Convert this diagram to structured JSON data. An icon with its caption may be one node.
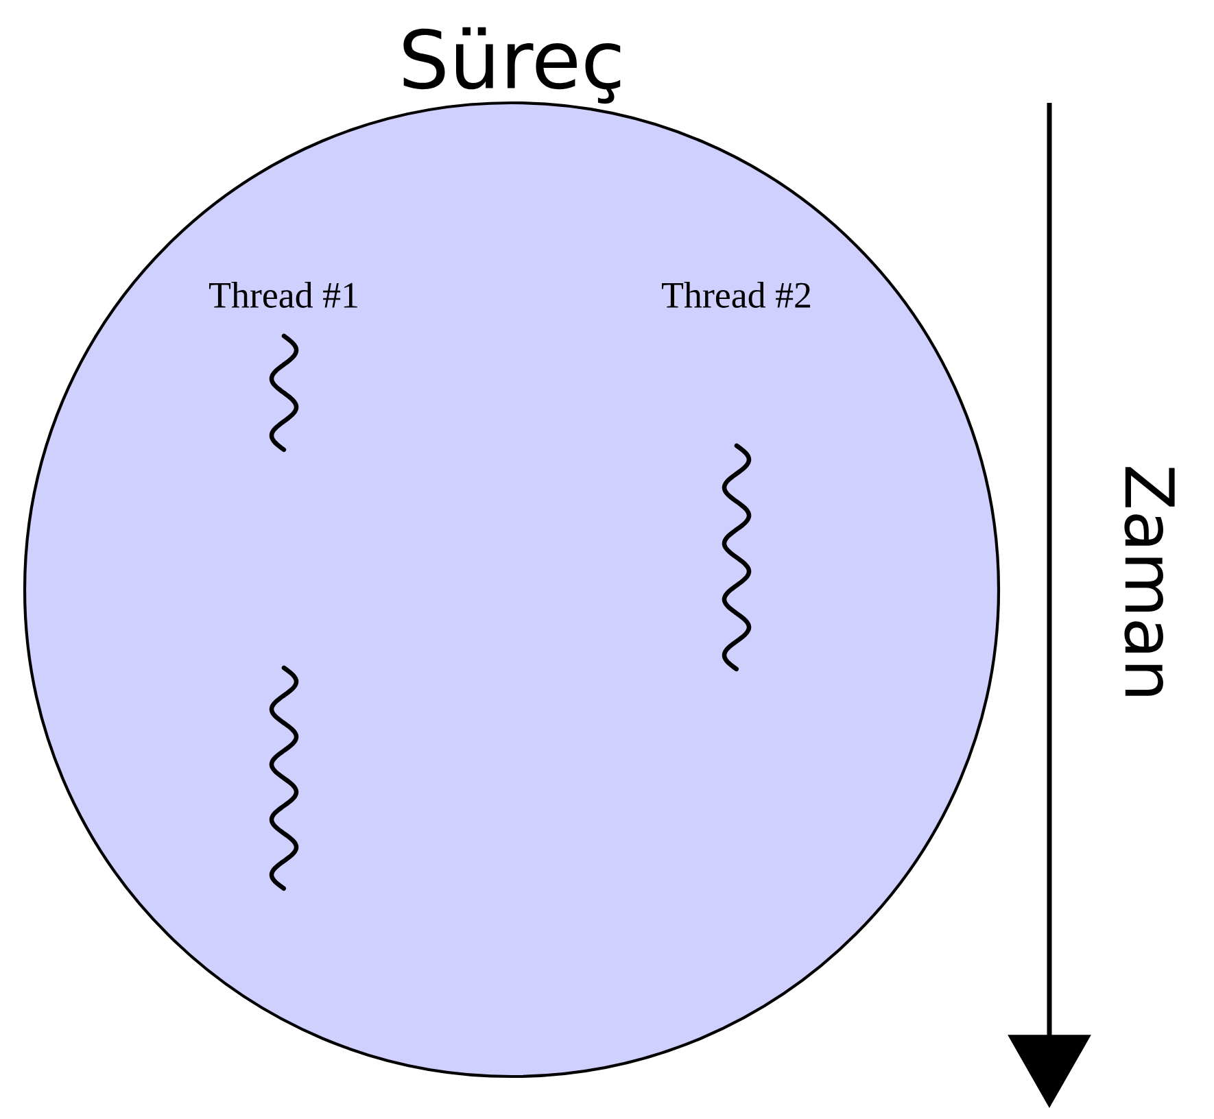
{
  "diagram": {
    "nodes": [
      {
        "text": [
          "Süreç"
        ]
      }
    ],
    "labels": [
      "Thread #1",
      "Thread #2",
      "Zaman"
    ]
  }
}
